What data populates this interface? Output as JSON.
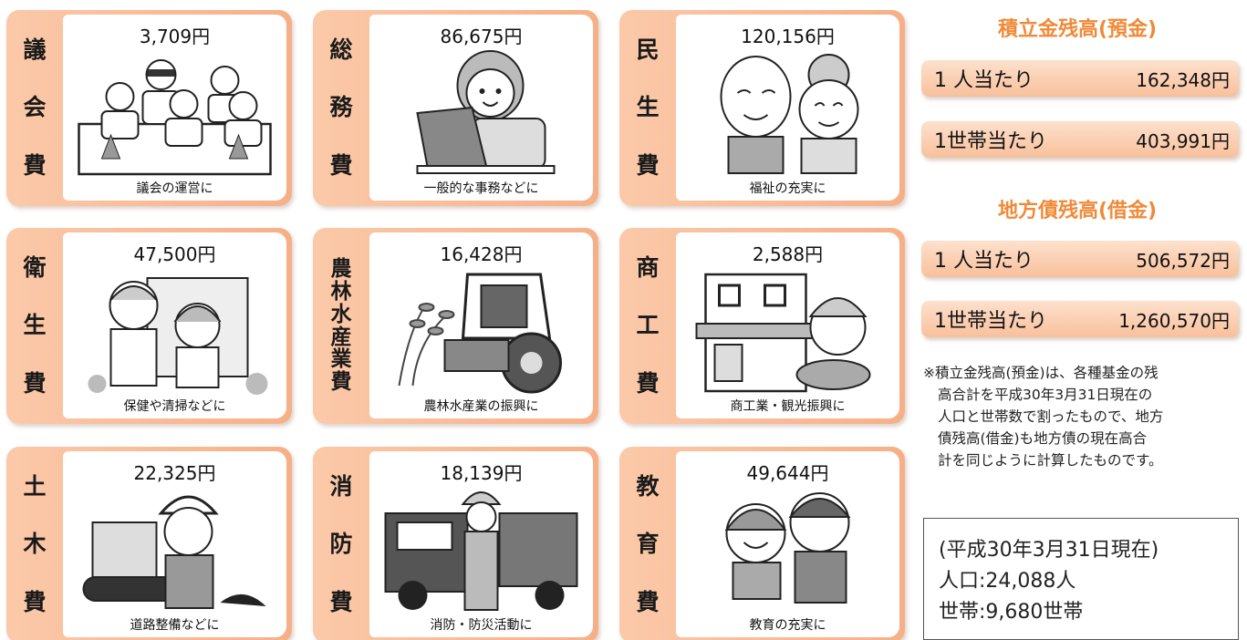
{
  "cards": [
    {
      "id": "gikai",
      "tab": [
        "議",
        "会",
        "費"
      ],
      "amount": "3,709円",
      "caption": "議会の運営に",
      "icon": "council-icon"
    },
    {
      "id": "somu",
      "tab": [
        "総",
        "務",
        "費"
      ],
      "amount": "86,675円",
      "caption": "一般的な事務などに",
      "icon": "office-worker-icon"
    },
    {
      "id": "minsei",
      "tab": [
        "民",
        "生",
        "費"
      ],
      "amount": "120,156円",
      "caption": "福祉の充実に",
      "icon": "elderly-couple-icon"
    },
    {
      "id": "eisei",
      "tab": [
        "衛",
        "生",
        "費"
      ],
      "amount": "47,500円",
      "caption": "保健や清掃などに",
      "icon": "health-workers-icon"
    },
    {
      "id": "norin",
      "tab": [
        "農",
        "林",
        "水",
        "産",
        "業",
        "費"
      ],
      "amount": "16,428円",
      "caption": "農林水産業の振興に",
      "icon": "tractor-icon"
    },
    {
      "id": "shoko",
      "tab": [
        "商",
        "工",
        "費"
      ],
      "amount": "2,588円",
      "caption": "商工業・観光振興に",
      "icon": "shop-icon"
    },
    {
      "id": "doboku",
      "tab": [
        "土",
        "木",
        "費"
      ],
      "amount": "22,325円",
      "caption": "道路整備などに",
      "icon": "construction-worker-icon"
    },
    {
      "id": "shobo",
      "tab": [
        "消",
        "防",
        "費"
      ],
      "amount": "18,139円",
      "caption": "消防・防災活動に",
      "icon": "firefighter-icon"
    },
    {
      "id": "kyoiku",
      "tab": [
        "教",
        "育",
        "費"
      ],
      "amount": "49,644円",
      "caption": "教育の充実に",
      "icon": "students-icon"
    }
  ],
  "savings": {
    "title": "積立金残高(預金)",
    "per_person_label": "1 人当たり",
    "per_person_value": "162,348円",
    "per_household_label": "1世帯当たり",
    "per_household_value": "403,991円"
  },
  "debt": {
    "title": "地方債残高(借金)",
    "per_person_label": "1 人当たり",
    "per_person_value": "506,572円",
    "per_household_label": "1世帯当たり",
    "per_household_value": "1,260,570円"
  },
  "note_lines": [
    "※積立金残高(預金)は、各種基金の残",
    "高合計を平成30年3月31日現在の",
    "人口と世帯数で割ったもので、地方",
    "債残高(借金)も地方債の現在高合",
    "計を同じように計算したものです。"
  ],
  "info": {
    "date": "(平成30年3月31日現在)",
    "population": "人口:24,088人",
    "households": "世帯:9,680世帯"
  },
  "colors": {
    "accent_orange": "#f08a38",
    "tab_peach": "#f6b088",
    "pill_peach": "#f8c09c"
  }
}
